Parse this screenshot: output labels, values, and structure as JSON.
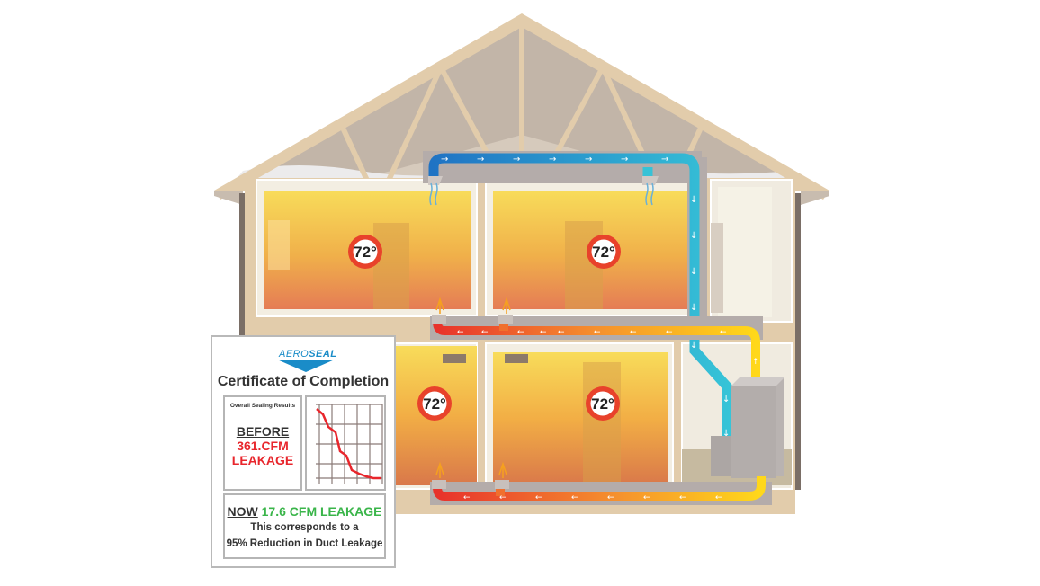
{
  "diagram": {
    "subject": "Aeroseal duct sealing illustration - house cross-section with HVAC ducts",
    "rooms": [
      {
        "id": "upper-left",
        "temperature": "72°"
      },
      {
        "id": "upper-middle",
        "temperature": "72°"
      },
      {
        "id": "lower-left",
        "temperature": "72°"
      },
      {
        "id": "lower-middle",
        "temperature": "72°"
      }
    ],
    "ducts": {
      "return_duct": {
        "color_start": "#1f73c4",
        "color_end": "#37c2d6",
        "direction": "toward furnace"
      },
      "supply_duct": {
        "color_start": "#ffd11a",
        "color_end": "#e8322c",
        "direction": "from furnace to rooms"
      }
    },
    "colors": {
      "frame": "#e2ccab",
      "roof_interior": "#c0b4a8",
      "furnace": "#b4aeac",
      "badge_ring": "#e8422b",
      "room_warm_top": "#f6d24a",
      "room_warm_bottom": "#e88a5a"
    }
  },
  "certificate": {
    "logo_prefix": "AERO",
    "logo_suffix": "SEAL",
    "title": "Certificate of Completion",
    "results_label": "Overall Sealing Results",
    "before_label": "BEFORE",
    "before_value_line1": "361.CFM",
    "before_value_line2": "LEAKAGE",
    "now_label": "NOW",
    "now_value": "17.6 CFM LEAKAGE",
    "description_line1": "This corresponds to a",
    "description_line2": "95% Reduction in Duct Leakage",
    "colors": {
      "before": "#e8262c",
      "now": "#3ab54a",
      "logo": "#1a8cc8"
    }
  },
  "chart_data": {
    "type": "line",
    "title": "",
    "xlabel": "",
    "ylabel": "",
    "x": [
      0,
      1,
      2,
      3,
      4,
      5,
      6,
      7,
      8,
      9,
      10
    ],
    "values": [
      100,
      94,
      78,
      73,
      43,
      38,
      18,
      14,
      10,
      8,
      7
    ],
    "grid": true,
    "note": "Decreasing leakage curve (qualitative, no axis ticks shown)"
  }
}
